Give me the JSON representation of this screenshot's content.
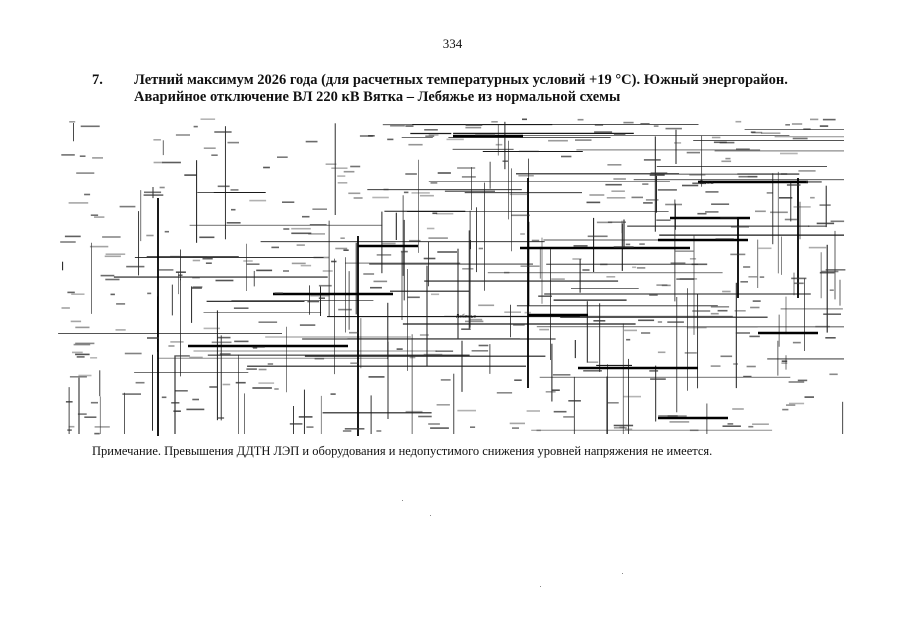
{
  "page": {
    "number": "334"
  },
  "heading": {
    "number": "7.",
    "line1": "Летний максимум 2026 года (для расчетных температурных условий +19 °C). Южный энергорайон.",
    "line2": "Аварийное отключение ВЛ 220 кВ Вятка – Лебяжье из нормальной схемы"
  },
  "diagram": {
    "labels": [
      "Вятка",
      "Лебяжье"
    ]
  },
  "note": {
    "text": "Примечание. Превышения ДДТН ЛЭП и оборудования и недопустимого снижения уровней напряжения не имеется."
  }
}
